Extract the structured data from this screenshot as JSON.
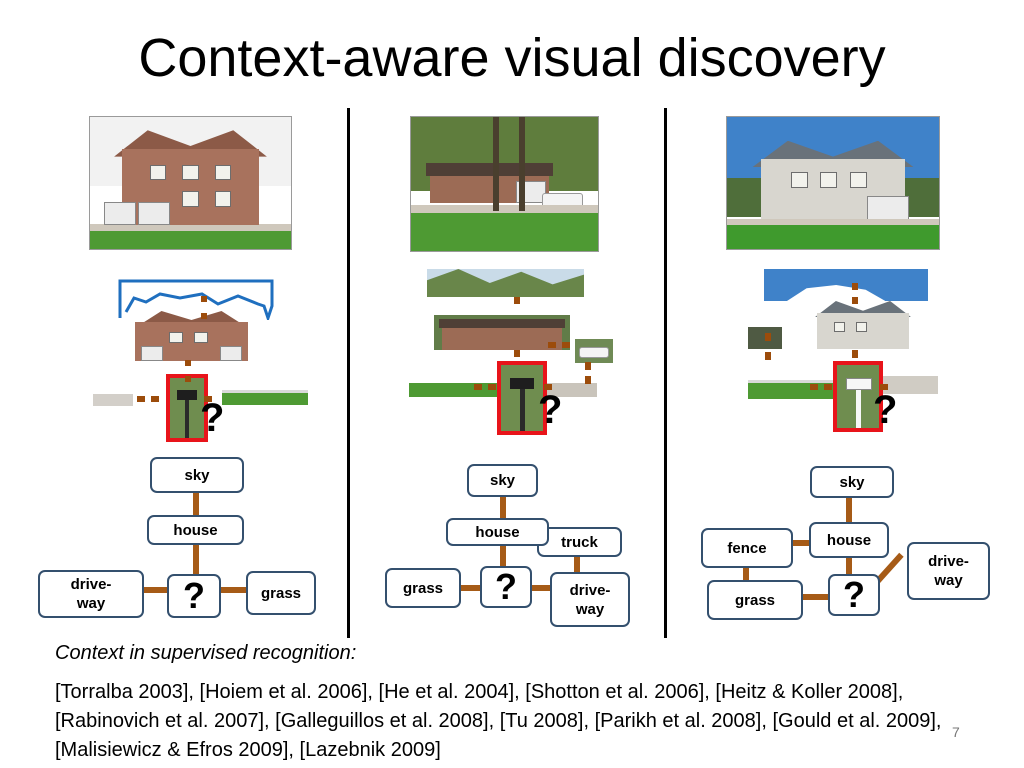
{
  "title": "Context-aware visual discovery",
  "graph_labels": {
    "sky": "sky",
    "house": "house",
    "grass": "grass",
    "driveway": "drive-\nway",
    "truck": "truck",
    "fence": "fence",
    "unknown": "?"
  },
  "context_heading": "Context in supervised recognition:",
  "references": "[Torralba 2003], [Hoiem et al. 2006], [He et al. 2004], [Shotton et al. 2006], [Heitz & Koller 2008],  [Rabinovich et al. 2007], [Galleguillos et al. 2008], [Tu 2008], [Parikh et al. 2008], [Gould et al. 2009], [Malisiewicz & Efros 2009], [Lazebnik 2009]",
  "page_number": "7",
  "colors": {
    "context_link": "#9c4c0b",
    "node_border": "#34506e",
    "query_box": "#e8141a",
    "sky_outline": "#1f6fbf"
  }
}
